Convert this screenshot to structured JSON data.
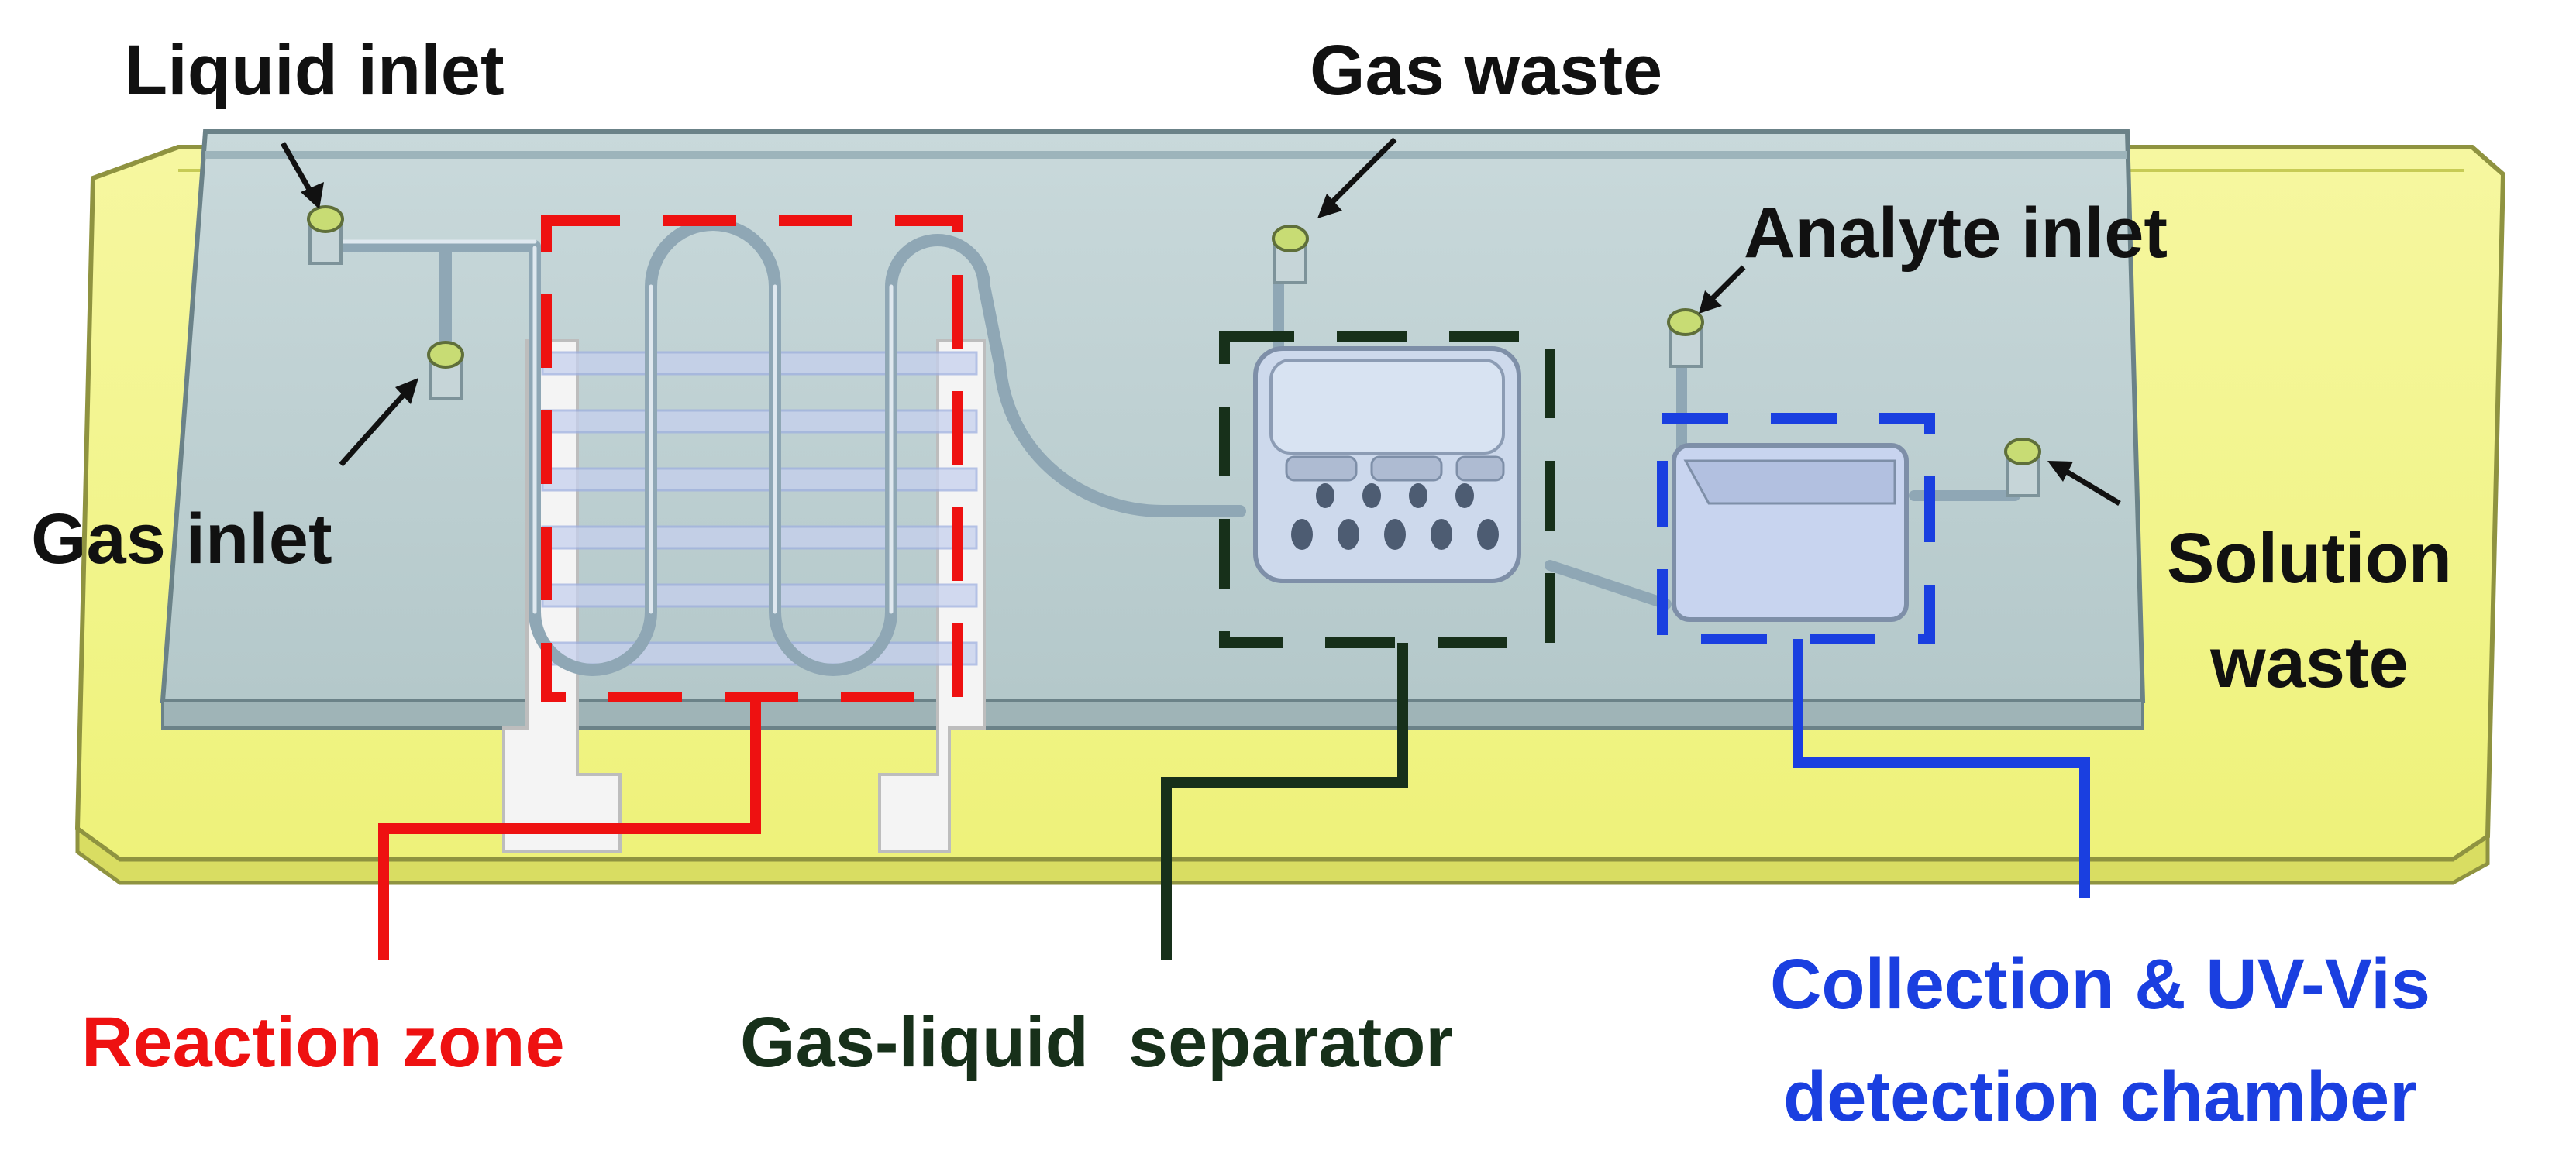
{
  "labels": {
    "liquid_inlet": "Liquid inlet",
    "gas_inlet": "Gas inlet",
    "gas_waste": "Gas waste",
    "analyte_inlet": "Analyte inlet",
    "solution_waste_line1": "Solution",
    "solution_waste_line2": "waste",
    "reaction_zone": "Reaction zone",
    "gas_liquid_separator": "Gas-liquid  separator",
    "collection_line1": "Collection & UV-Vis",
    "collection_line2": "detection chamber"
  },
  "colors": {
    "base_plate": "#f3f58a",
    "chip": "#b8cdcf",
    "reaction_zone": "#ee1111",
    "separator": "#17301a",
    "detection_chamber": "#1a3fe0",
    "electrode": "#f2f2f2"
  }
}
